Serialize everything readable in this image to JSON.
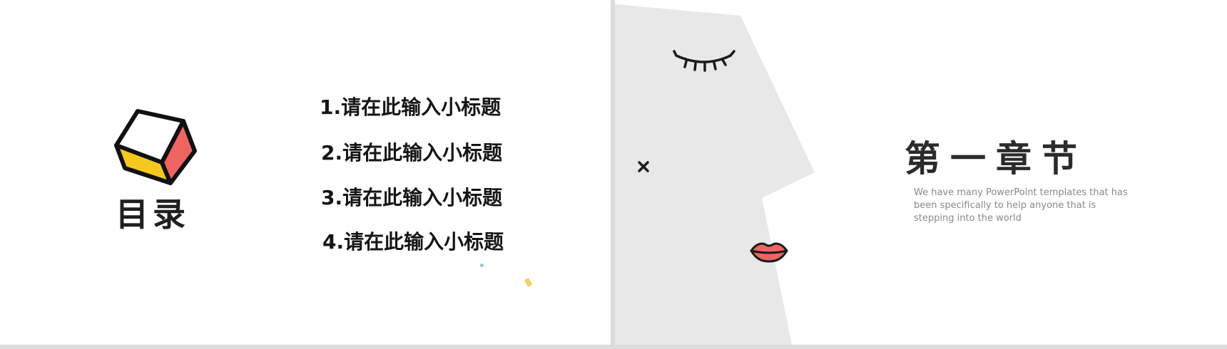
{
  "toc": {
    "title": "目录",
    "items": [
      "1.请在此输入小标题",
      "2.请在此输入小标题",
      "3.请在此输入小标题",
      "4.请在此输入小标题"
    ]
  },
  "chapter": {
    "title": "第一章节",
    "description": "We have many PowerPoint templates that has been specifically to help anyone that is stepping into the world"
  },
  "colors": {
    "background": "#ffffff",
    "gap": "#dcdcdc",
    "face": "#e8e8e8",
    "cube_top": "#ffffff",
    "cube_left": "#f5c821",
    "cube_right": "#ee6461",
    "lips": "#ee6461",
    "dot_teal": "#7ecfc7",
    "dot_yellow": "#f5cf6c"
  },
  "icons": [
    "cube-icon",
    "closed-eye-icon",
    "cross-mark-icon",
    "lips-icon"
  ]
}
